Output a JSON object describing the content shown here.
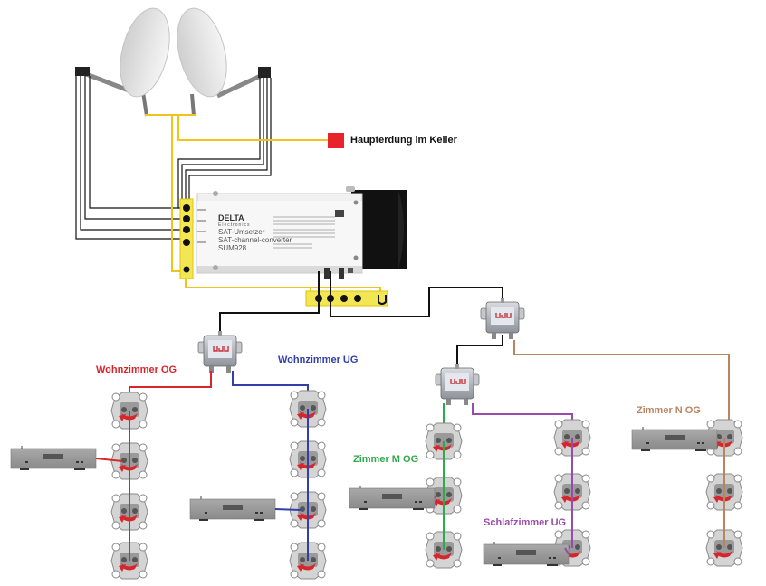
{
  "title": "SAT distribution wiring diagram",
  "annotations": {
    "ground": "Haupterdung im Keller"
  },
  "converter": {
    "brand": "DELTA",
    "brand_sub": "Electronics",
    "line1": "SAT-Umsetzer",
    "line2": "SAT-channel-converter",
    "model": "SUM928"
  },
  "rooms": [
    {
      "id": "wohnzimmer-og",
      "label": "Wohnzimmer OG",
      "color": "#d9262c",
      "outlets": 4,
      "receiver_at": 2
    },
    {
      "id": "wohnzimmer-ug",
      "label": "Wohnzimmer UG",
      "color": "#3040a8",
      "outlets": 4,
      "receiver_at": 3
    },
    {
      "id": "zimmer-m-og",
      "label": "Zimmer M OG",
      "color": "#2eaa4a",
      "outlets": 3,
      "receiver_at": 2
    },
    {
      "id": "schlafzimmer-ug",
      "label": "Schlafzimmer UG",
      "color": "#9a4aa8",
      "outlets": 3,
      "receiver_at": 3
    },
    {
      "id": "zimmer-n-og",
      "label": "Zimmer N OG",
      "color": "#b98560",
      "outlets": 3,
      "receiver_at": 1
    }
  ],
  "colors": {
    "ground_wire": "#f0c419",
    "ground_marker": "#e8232a",
    "signal_wire": "#111111"
  }
}
